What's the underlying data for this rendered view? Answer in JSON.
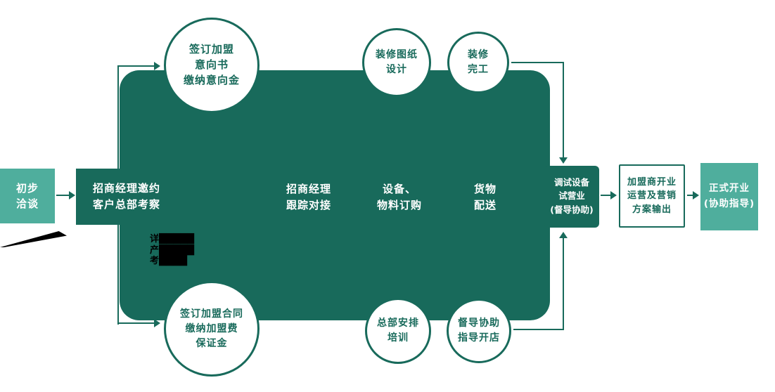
{
  "meta": {
    "description_visible_type": "franchise-process-flow-diagram"
  },
  "colors": {
    "dark_teal": "#186A5B",
    "light_teal": "#4FAE9D",
    "white": "#FFFFFF",
    "black": "#000000"
  },
  "flow": {
    "start": {
      "label": "初步\n洽谈"
    },
    "stage_invite": {
      "label": "招商经理邀约\n客户总部考察"
    },
    "note_obscured": {
      "label": "详█████\n产█████\n考████"
    },
    "circles": {
      "intent": {
        "label": "签订加盟\n意向书\n缴纳意向金"
      },
      "design": {
        "label": "装修图纸\n设计"
      },
      "complete": {
        "label": "装修\n完工"
      },
      "contract": {
        "label": "签订加盟合同\n缴纳加盟费\n保证金"
      },
      "training": {
        "label": "总部安排\n培训"
      },
      "supervise": {
        "label": "督导协助\n指导开店"
      }
    },
    "stage_follow": {
      "label": "招商经理\n跟踪对接"
    },
    "stage_equipment": {
      "label": "设备、\n物料订购"
    },
    "stage_delivery": {
      "label": "货物\n配送"
    },
    "stage_trial": {
      "label": "调试设备\n试营业\n(督导协助)"
    },
    "opening_plan": {
      "label": "加盟商开业\n运营及营销\n方案输出"
    },
    "final": {
      "label": "正式开业\n(协助指导)"
    }
  }
}
